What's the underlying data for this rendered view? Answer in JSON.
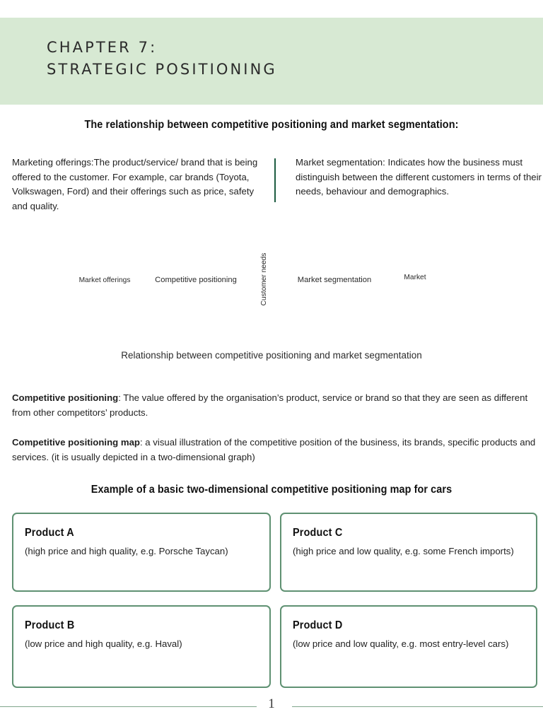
{
  "header": {
    "chapter_title": "CHAPTER 7:\nSTRATEGIC POSITIONING",
    "band_color": "#d7e9d3"
  },
  "section_headings": {
    "relationship": "The relationship between competitive positioning and market segmentation:",
    "example": "Example of a basic two-dimensional competitive positioning map for cars"
  },
  "intro": {
    "left": "Marketing offerings:The product/service/ brand that is being offered to the customer. For example, car brands (Toyota, Volkswagen, Ford) and their offerings such as price, safety and quality.",
    "right": "Market segmentation: Indicates how the business must distinguish between the different customers in terms of their needs, behaviour and demographics."
  },
  "venn": {
    "left_arrow_label": "Market offerings",
    "left_circle_label": "Competitive positioning",
    "overlap_label": "Customer needs",
    "right_circle_label": "Market segmentation",
    "right_arrow_label": "Market",
    "caption": "Relationship between competitive positioning and market segmentation",
    "stroke_color": "#cfe4c8",
    "arrow_fill": "#d7e9d3"
  },
  "definitions": [
    {
      "term": "Competitive positioning",
      "separator": ": ",
      "text": "The value offered by the organisation’s product, service or brand so that they are seen as different from other competitors’ products."
    },
    {
      "term": "Competitive positioning map",
      "separator": ": ",
      "text": "a visual illustration of the competitive position of the business, its brands, specific products and services. (it is usually depicted in a two-dimensional graph)"
    }
  ],
  "product_boxes": [
    {
      "title": "Product A",
      "description": "(high price and high quality, e.g. Porsche Taycan)"
    },
    {
      "title": "Product C",
      "description": "(high price and low quality, e.g. some French imports)"
    },
    {
      "title": "Product B",
      "description": "(low price and high quality, e.g. Haval)"
    },
    {
      "title": "Product D",
      "description": "(low price and low quality, e.g. most entry-level cars)"
    }
  ],
  "footer": {
    "page_number": "1",
    "rule_color": "#7fa68c"
  },
  "colors": {
    "box_border": "#5f9172",
    "divider": "#1d5c41",
    "text": "#1f1f1f"
  }
}
